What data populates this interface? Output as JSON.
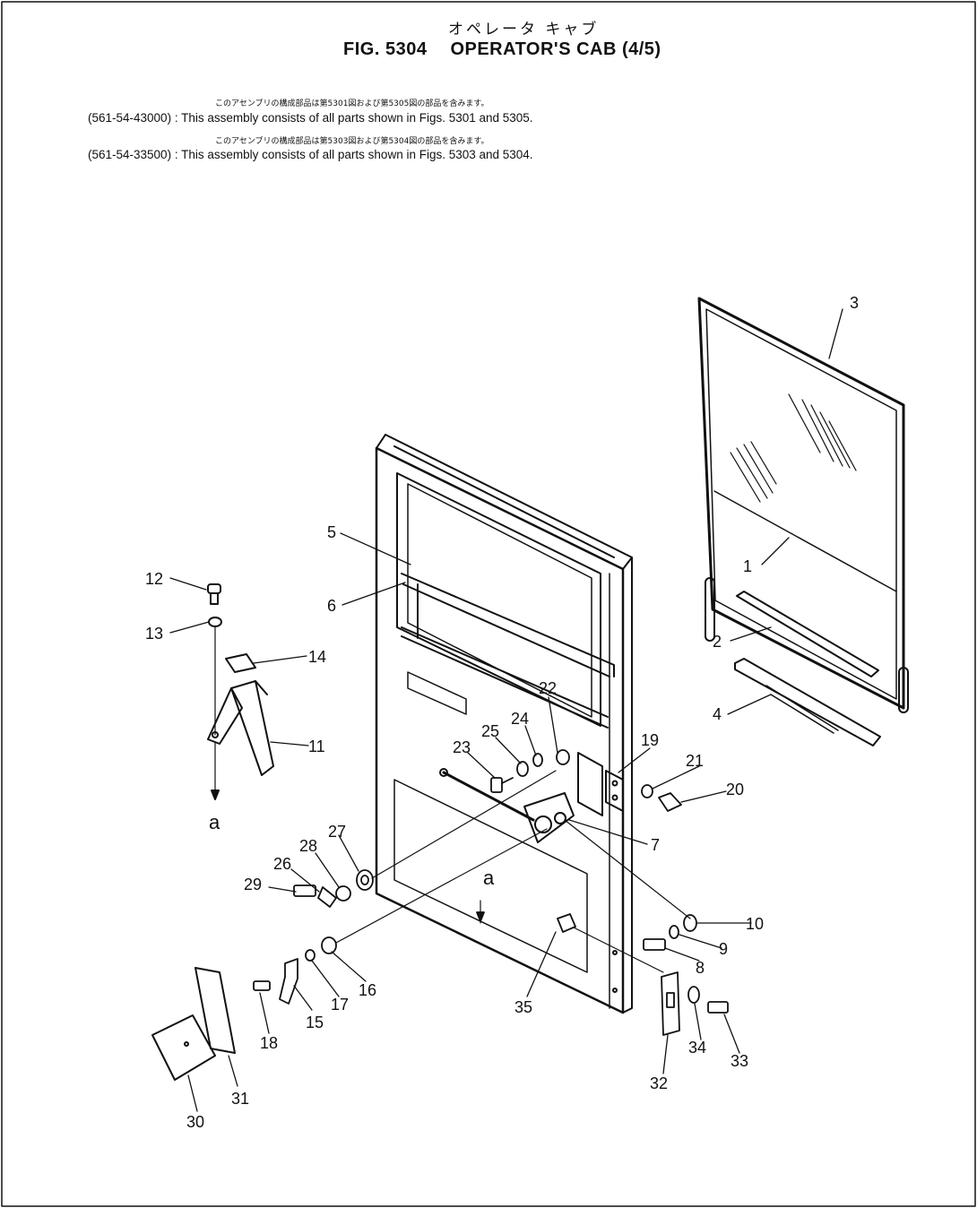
{
  "header": {
    "jp_title": "オペレータ キャブ",
    "fig_number": "FIG. 5304",
    "title": "OPERATOR'S CAB (4/5)"
  },
  "notes": [
    {
      "jp": "このアセンブリの構成部品は第5301図および第5305図の部品を含みます。",
      "code": "(561-54-43000)",
      "text": ": This assembly consists of all parts shown in Figs. 5301 and 5305."
    },
    {
      "jp": "このアセンブリの構成部品は第5303図および第5304図の部品を含みます。",
      "code": "(561-54-33500)",
      "text": ": This assembly consists of all parts shown in Figs. 5303 and 5304."
    }
  ],
  "part_labels": [
    "1",
    "2",
    "3",
    "4",
    "5",
    "6",
    "7",
    "8",
    "9",
    "10",
    "11",
    "12",
    "13",
    "14",
    "15",
    "16",
    "17",
    "18",
    "19",
    "20",
    "21",
    "22",
    "23",
    "24",
    "25",
    "26",
    "27",
    "28",
    "29",
    "30",
    "31",
    "32",
    "33",
    "34",
    "35",
    "a",
    "a"
  ]
}
